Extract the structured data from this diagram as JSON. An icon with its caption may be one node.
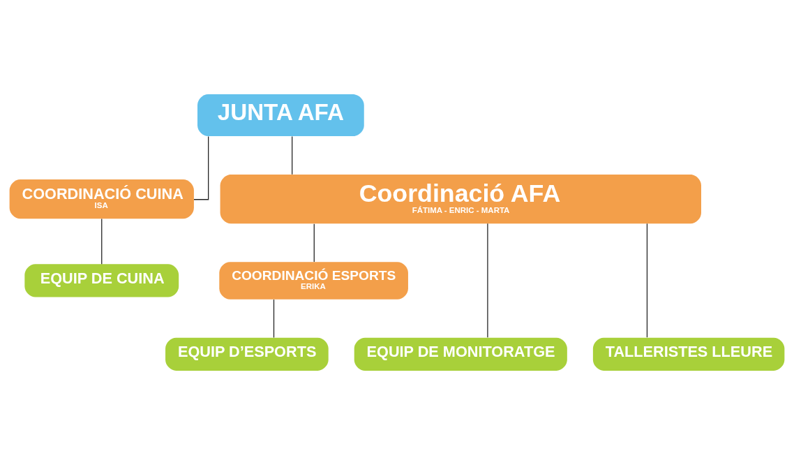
{
  "diagram": {
    "nodes": [
      {
        "text": [
          "JUNTA AFA"
        ]
      },
      {
        "text": [
          "COORDINACIÓ CUINA",
          "ISA"
        ]
      },
      {
        "text": [
          "Coordinació AFA",
          "FÁTIMA - ENRIC - MARTA"
        ]
      },
      {
        "text": [
          "EQUIP DE CUINA"
        ]
      },
      {
        "text": [
          "COORDINACIÓ ESPORTS",
          "ERIKA"
        ]
      },
      {
        "text": [
          "EQUIP DE MONITORATGE"
        ]
      },
      {
        "text": [
          "EQUIP D’ESPORTS"
        ]
      },
      {
        "text": [
          "TALLERISTES LLEURE"
        ]
      }
    ],
    "edges": [
      {
        "from": 0,
        "to": 1,
        "arrow": "none"
      },
      {
        "from": 0,
        "to": 2,
        "arrow": "none"
      },
      {
        "from": 1,
        "to": 3,
        "arrow": "none"
      },
      {
        "from": 2,
        "to": 4,
        "arrow": "none"
      },
      {
        "from": 2,
        "to": 5,
        "arrow": "none"
      },
      {
        "from": 2,
        "to": 7,
        "arrow": "none"
      },
      {
        "from": 4,
        "to": 6,
        "arrow": "none"
      }
    ]
  }
}
